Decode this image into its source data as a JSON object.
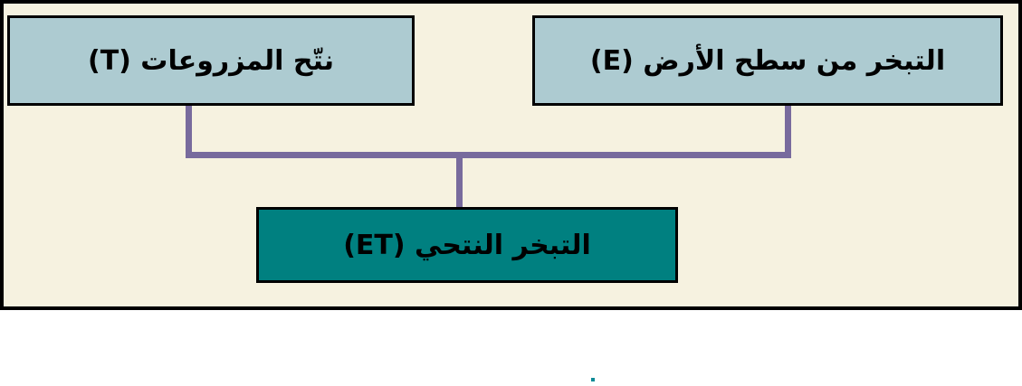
{
  "diagram": {
    "title_semantics": "evapotranspiration-components-diagram",
    "nodes": {
      "transpiration": {
        "label": "نتّح المزروعات (T)"
      },
      "evaporation": {
        "label": "التبخر من سطح الأرض (E)"
      },
      "evapotranspiration": {
        "label": "التبخر النتحي (ET)"
      }
    },
    "colors": {
      "frame_background": "#f6f2e0",
      "top_box_fill": "#adcbd1",
      "bottom_box_fill": "#008080",
      "connector": "#786b9d",
      "border": "#000000",
      "text": "#000000",
      "page_background": "#ffffff"
    }
  }
}
